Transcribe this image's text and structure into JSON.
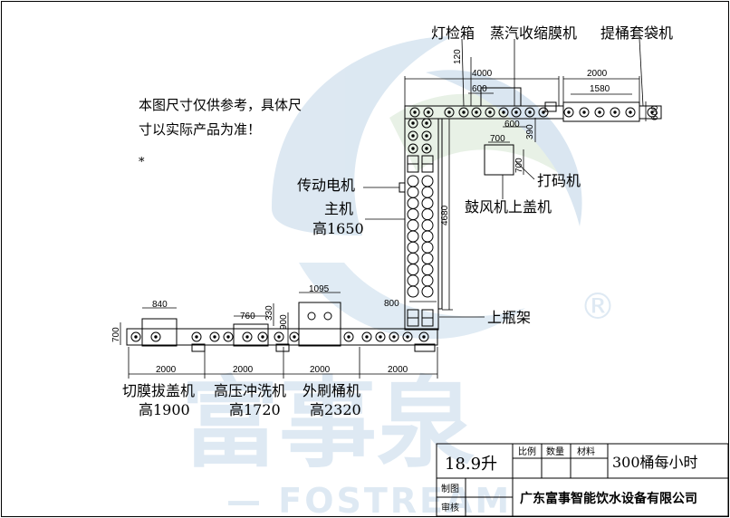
{
  "watermark": {
    "chinese": "富事泉",
    "english": "— FOSTREAM",
    "registered": "®"
  },
  "notes": {
    "line1": "本图尺寸仅供参考，具体尺",
    "line2": "寸以实际产品为准！",
    "asterisk": "*"
  },
  "labels": {
    "light_box": "灯检箱",
    "shrink": "蒸汽收缩膜机",
    "bagger": "提桶套袋机",
    "coder": "打码机",
    "blower": "鼓风机上盖机",
    "motor": "传动电机",
    "main": "主机",
    "main_height": "高1650",
    "loader": "上瓶架",
    "film_cut": "切膜拔盖机",
    "film_cut_height": "高1900",
    "washer": "高压冲洗机",
    "washer_height": "高1720",
    "brusher": "外刷桶机",
    "brusher_height": "高2320"
  },
  "dimensions": {
    "d120": "120",
    "d4000": "4000",
    "d600a": "600",
    "d2000_top": "2000",
    "d1580": "1580",
    "d600_side": "600",
    "d600b": "600",
    "d390": "390",
    "d700a": "700",
    "d700b": "700",
    "d4680": "4680",
    "d800": "800",
    "d840": "840",
    "d760": "760",
    "d330": "330",
    "d1095": "1095",
    "d900": "900",
    "d700_left": "700",
    "d2000_1": "2000",
    "d2000_2": "2000",
    "d2000_3": "2000",
    "d2000_4": "2000"
  },
  "title_block": {
    "model": "18.9升",
    "scale_label": "比例",
    "qty_label": "数量",
    "material_label": "材料",
    "capacity": "300桶每小时",
    "drawn_label": "制图",
    "checked_label": "审核",
    "company": "广东富事智能饮水设备有限公司"
  }
}
